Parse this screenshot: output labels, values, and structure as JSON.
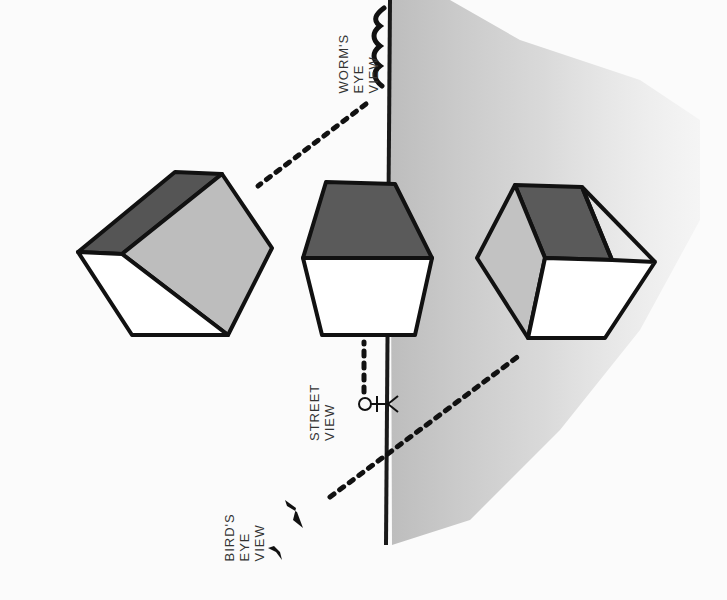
{
  "diagram": {
    "labels": [
      "WORM'S EYE VIEW",
      "STREET VIEW",
      "BIRD'S EYE VIEW"
    ]
  }
}
